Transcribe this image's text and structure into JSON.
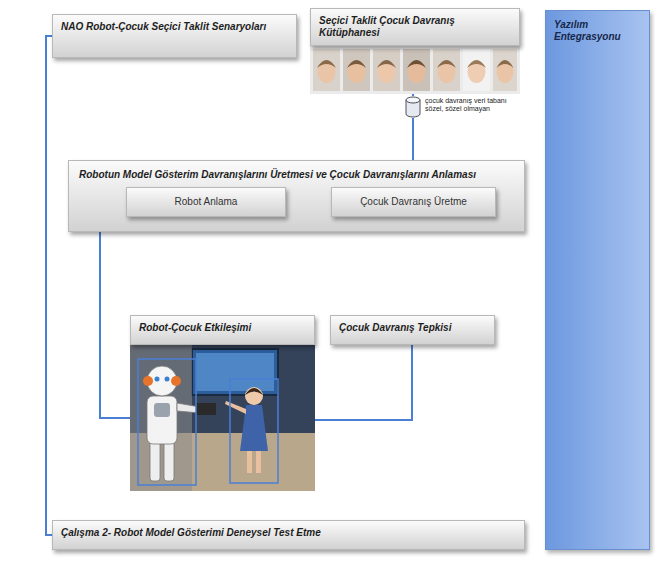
{
  "diagram": {
    "nodes": [
      {
        "text": [
          "NAO Robot-Çocuk Seçici Taklit Senaryoları"
        ]
      },
      {
        "text": [
          "Seçici Taklit Çocuk Davranış Kütüphanesi"
        ]
      },
      {
        "text": [
          "çocuk davranış veri tabanı sözel, sözel olmayan"
        ]
      },
      {
        "text": [
          "Yazılım Entegrasyonu"
        ]
      },
      {
        "text": [
          "Robotun Model Gösterim Davranışlarını Üretmesi ve Çocuk Davranışlarını Anlaması"
        ]
      },
      {
        "text": [
          "Robot Anlama"
        ],
        "in": 4
      },
      {
        "text": [
          "Çocuk Davranış Üretme"
        ],
        "in": 4
      },
      {
        "text": [
          "Robot-Çocuk Etkileşimi"
        ]
      },
      {
        "text": [
          "Çocuk Davranış Tepkisi"
        ]
      },
      {
        "text": [
          "Çalışma 2- Robot Model Gösterimi Deneysel Test Etme"
        ]
      }
    ],
    "edges": [
      {
        "from": 0,
        "to": 9,
        "arrow": "none"
      },
      {
        "from": 1,
        "to": 2,
        "arrow": "none"
      },
      {
        "from": 2,
        "to": 6,
        "arrow": "none"
      },
      {
        "from": 5,
        "to": 7,
        "arrow": "none"
      },
      {
        "from": 8,
        "to": 7,
        "arrow": "none"
      }
    ]
  }
}
